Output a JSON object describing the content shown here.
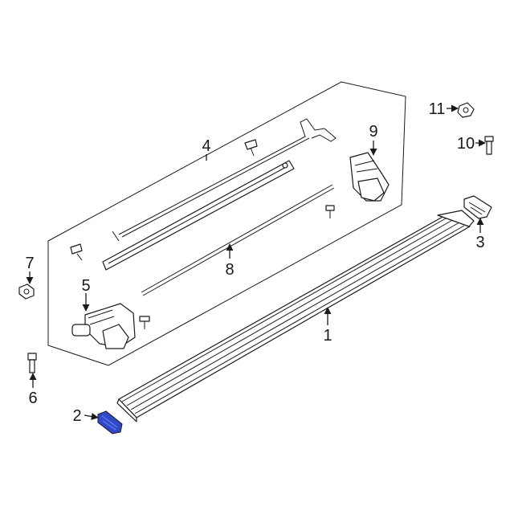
{
  "colors": {
    "line": "#1a1a1a",
    "highlight": "#2f49c9",
    "highlight_light": "#5b74e8",
    "background": "#ffffff"
  },
  "callouts": [
    {
      "id": "1",
      "label": "1"
    },
    {
      "id": "2",
      "label": "2"
    },
    {
      "id": "3",
      "label": "3"
    },
    {
      "id": "4",
      "label": "4"
    },
    {
      "id": "5",
      "label": "5"
    },
    {
      "id": "6",
      "label": "6"
    },
    {
      "id": "7",
      "label": "7"
    },
    {
      "id": "8",
      "label": "8"
    },
    {
      "id": "9",
      "label": "9"
    },
    {
      "id": "10",
      "label": "10"
    },
    {
      "id": "11",
      "label": "11"
    }
  ],
  "highlighted_part": "2"
}
